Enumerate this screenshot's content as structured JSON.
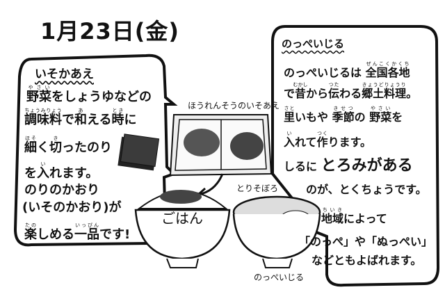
{
  "date_title": "1月23日(金)",
  "isoae": {
    "heading": "いそかあえ",
    "lines": [
      [
        {
          "t": "野菜",
          "r": "やさい"
        },
        {
          "t": "をしょうゆなどの"
        }
      ],
      [
        {
          "t": "調味料",
          "r": "ちょうみりょう"
        },
        {
          "t": "で"
        },
        {
          "t": "和",
          "r": "あ"
        },
        {
          "t": "える"
        },
        {
          "t": "時",
          "r": "とき"
        },
        {
          "t": "に"
        }
      ],
      [
        {
          "t": "細",
          "r": "ほそ"
        },
        {
          "t": "く"
        },
        {
          "t": "切",
          "r": "き"
        },
        {
          "t": "ったのり"
        }
      ],
      [
        {
          "t": "を"
        },
        {
          "t": "入",
          "r": "い"
        },
        {
          "t": "れます。"
        }
      ],
      [
        {
          "t": "のりのかおり"
        }
      ],
      [
        {
          "t": "(いそのかおり)が"
        }
      ],
      [
        {
          "t": "楽",
          "r": "たの"
        },
        {
          "t": "しめる"
        },
        {
          "t": "一品",
          "r": "いっぴん"
        },
        {
          "t": "です!"
        }
      ]
    ]
  },
  "noppei": {
    "heading": "のっぺいじる",
    "lines": [
      [
        {
          "t": "のっぺいじるは "
        },
        {
          "t": "全国各地",
          "r": "ぜんこくかくち"
        }
      ],
      [
        {
          "t": "で"
        },
        {
          "t": "昔",
          "r": "むかし"
        },
        {
          "t": "から"
        },
        {
          "t": "伝",
          "r": "つた"
        },
        {
          "t": "わる"
        },
        {
          "t": "郷土料理",
          "r": "きょうどりょうり"
        },
        {
          "t": "。"
        }
      ],
      [
        {
          "t": "里",
          "r": "さと"
        },
        {
          "t": "いもや "
        },
        {
          "t": "季節",
          "r": "きせつ"
        },
        {
          "t": "の "
        },
        {
          "t": "野菜",
          "r": "やさい"
        },
        {
          "t": "を"
        }
      ],
      [
        {
          "t": "入",
          "r": "い"
        },
        {
          "t": "れて"
        },
        {
          "t": "作",
          "r": "つく"
        },
        {
          "t": "ります。"
        }
      ],
      [
        {
          "t": "しるに "
        },
        {
          "t": "とろみがある",
          "big": true
        }
      ],
      [
        {
          "t": "のが、とくちょうです。"
        }
      ],
      [
        {
          "t": "地域",
          "r": "ちいき"
        },
        {
          "t": "によって"
        }
      ],
      [
        {
          "t": "「のっぺ」や「ぬっぺい」"
        }
      ],
      [
        {
          "t": "などともよばれます。"
        }
      ]
    ]
  },
  "labels": {
    "side_dish": "ほうれんそうのいそあえ",
    "tori_soboro": "とりそぼろ",
    "rice": "ごはん",
    "soup": "のっぺいじる"
  }
}
